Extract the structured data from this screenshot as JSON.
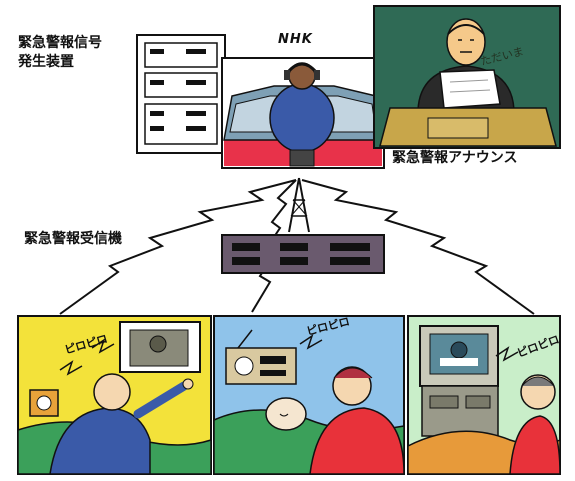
{
  "labels": {
    "generator_line1": "緊急警報信号",
    "generator_line2": "発生装置",
    "broadcaster": "NHK",
    "announce": "緊急警報アナウンス",
    "receiver": "緊急警報受信機"
  },
  "sounds": {
    "alarm_left": "ピロピロ",
    "alarm_center": "ピロピロ",
    "alarm_right": "ピロピロ"
  },
  "speech": "ただいま",
  "colors": {
    "studio_floor": "#e8324a",
    "desk": "#7ea0b5",
    "blackboard": "#2f6a55",
    "room_yellow": "#f3e23a",
    "room_blue": "#8fc3ea",
    "room_green": "#c9eec9",
    "receiver_box": "#6a5a6e",
    "person_blue": "#3a5aa8",
    "blanket_green": "#3ba05a",
    "person_red": "#e8323a",
    "blanket_orange": "#e79a3a"
  }
}
